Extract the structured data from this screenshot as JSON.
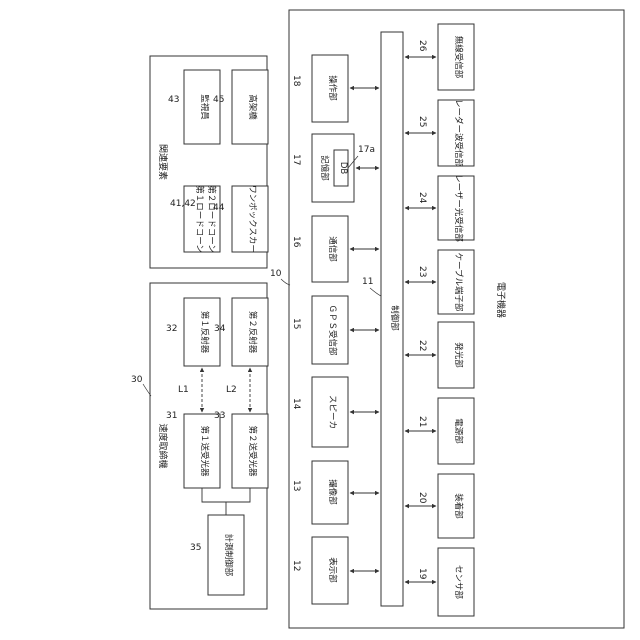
{
  "electronic_device": {
    "ref": "10",
    "title": "電子機器",
    "controller": {
      "ref": "11",
      "label": "制御部"
    },
    "storage_db_ref": "17a",
    "db_label": "DB",
    "units": [
      {
        "key": "u12",
        "ref": "12",
        "label": "表示部"
      },
      {
        "key": "u13",
        "ref": "13",
        "label": "撮像部"
      },
      {
        "key": "u14",
        "ref": "14",
        "label": "スピーカ"
      },
      {
        "key": "u15",
        "ref": "15",
        "label": "ＧＰＳ受信部"
      },
      {
        "key": "u16",
        "ref": "16",
        "label": "通信部"
      },
      {
        "key": "u17",
        "ref": "17",
        "label": "記憶部"
      },
      {
        "key": "u18",
        "ref": "18",
        "label": "操作部"
      },
      {
        "key": "u19",
        "ref": "19",
        "label": "センサ部"
      },
      {
        "key": "u20",
        "ref": "20",
        "label": "装着部"
      },
      {
        "key": "u21",
        "ref": "21",
        "label": "電源部"
      },
      {
        "key": "u22",
        "ref": "22",
        "label": "発光部"
      },
      {
        "key": "u23",
        "ref": "23",
        "label": "ケーブル端子部"
      },
      {
        "key": "u24",
        "ref": "24",
        "label": "レーザー光受信部"
      },
      {
        "key": "u25",
        "ref": "25",
        "label": "レーダー波受信部"
      },
      {
        "key": "u26",
        "ref": "26",
        "label": "無線受信部"
      }
    ]
  },
  "speed_instrument": {
    "ref": "30",
    "title": "速度取締機",
    "items": [
      {
        "key": "u31",
        "ref": "31",
        "label": "第１送受光器"
      },
      {
        "key": "u32",
        "ref": "32",
        "label": "第１反射器"
      },
      {
        "key": "u33",
        "ref": "33",
        "label": "第２送受光器"
      },
      {
        "key": "u34",
        "ref": "34",
        "label": "第２反射器"
      },
      {
        "key": "u35",
        "ref": "35",
        "label": "計測制御部"
      }
    ],
    "beams": [
      {
        "key": "L1",
        "label": "L1"
      },
      {
        "key": "L2",
        "label": "L2"
      }
    ]
  },
  "related_elements": {
    "title": "関連要素",
    "items": [
      {
        "key": "u41",
        "ref": "41,42",
        "label": "第１ロードコーン",
        "label2": "第２ロードコーン"
      },
      {
        "key": "u43",
        "ref": "43",
        "label": "監視員"
      },
      {
        "key": "u44",
        "ref": "44",
        "label": "ワンボックスカー"
      },
      {
        "key": "u45",
        "ref": "45",
        "label": "高架橋"
      }
    ]
  },
  "colors": {
    "line": "#333333",
    "text": "#222222",
    "background": "#ffffff"
  }
}
